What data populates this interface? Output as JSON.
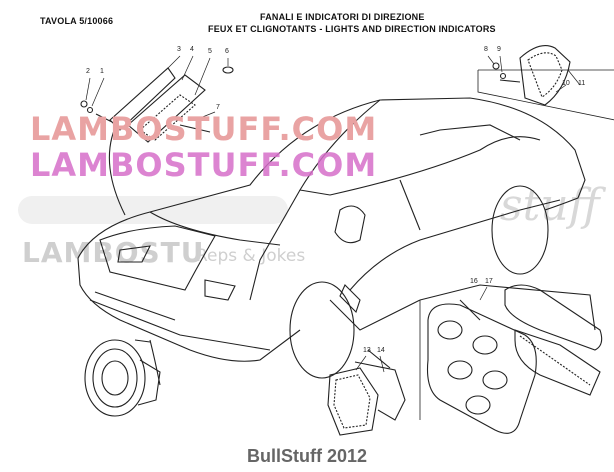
{
  "header": {
    "plate": "TAVOLA 5/10066",
    "title_it": "FANALI E INDICATORI DI DIREZIONE",
    "title_multi": "FEUX ET CLIGNOTANTS - LIGHTS AND DIRECTION INDICATORS"
  },
  "watermarks": {
    "red": "LAMBOSTUFF.COM",
    "pink": "LAMBOSTUFF.COM",
    "grey_logo": "LAMBOSTU",
    "grey_small": "Reps & Jokes",
    "script": "stuff"
  },
  "footer": {
    "credit": "BullStuff 2012"
  },
  "part_numbers": [
    "1",
    "2",
    "3",
    "4",
    "5",
    "6",
    "7",
    "8",
    "9",
    "10",
    "11",
    "13",
    "14",
    "16",
    "17"
  ]
}
